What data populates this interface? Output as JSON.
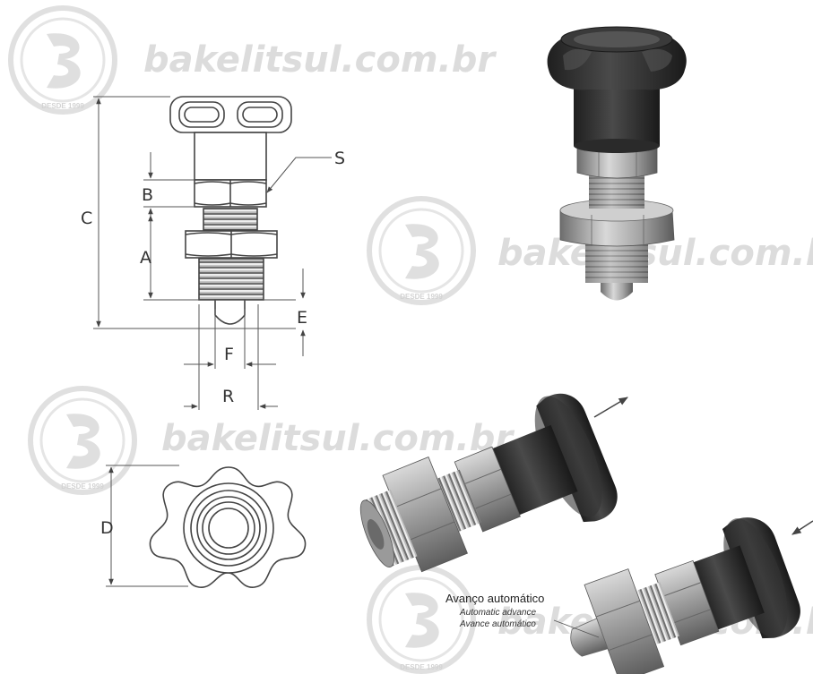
{
  "watermark": {
    "site": "bakelitsul.com.br",
    "logo_ring": "DESDE 1999",
    "color": "#dcdcdc"
  },
  "dimensions": {
    "A": "A",
    "B": "B",
    "C": "C",
    "D": "D",
    "E": "E",
    "F": "F",
    "R": "R",
    "S": "S"
  },
  "caption": {
    "pt": "Avanço automático",
    "en": "Automatic advance",
    "es": "Avance automático"
  },
  "colors": {
    "line": "#444444",
    "knob": "#2e2e2e",
    "steel": "#9a9a9a"
  }
}
